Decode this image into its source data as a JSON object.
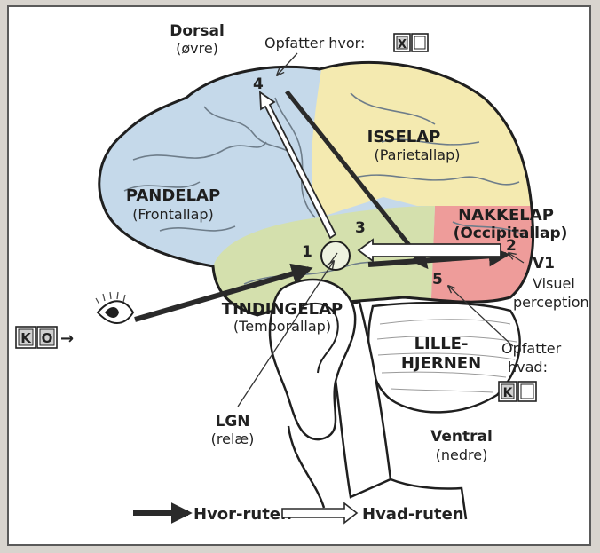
{
  "labels": {
    "dorsal": "Dorsal",
    "dorsal_sub": "(øvre)",
    "where_prompt": "Opfatter hvor:",
    "where_box1": "X",
    "parietal": "ISSELAP",
    "parietal_sub": "(Parietallap)",
    "frontal": "PANDELAP",
    "frontal_sub": "(Frontallap)",
    "occipital": "NAKKELAP",
    "occipital_sub": "(Occipitallap)",
    "temporal": "TINDINGELAP",
    "temporal_sub": "(Temporallap)",
    "cerebellum_1": "LILLE-",
    "cerebellum_2": "HJERNEN",
    "v1": "V1",
    "v1_sub_1": "Visuel",
    "v1_sub_2": "perception",
    "what_prompt_1": "Opfatter",
    "what_prompt_2": "hvad:",
    "what_box1": "K",
    "lgn": "LGN",
    "lgn_sub": "(relæ)",
    "ventral": "Ventral",
    "ventral_sub": "(nedre)",
    "eye_box1": "K",
    "eye_box2": "O",
    "eye_arrow": "→",
    "n1": "1",
    "n2": "2",
    "n3": "3",
    "n4": "4",
    "n5": "5"
  },
  "legend": {
    "where_route": "Hvor-ruten",
    "what_route": "Hvad-ruten"
  },
  "colors": {
    "frontal": "#c5d9ea",
    "parietal": "#f4eab0",
    "occipital": "#ee9c9a",
    "temporal": "#d4e0ad",
    "outline": "#1f1f1f",
    "arrow_dark": "#2a2a2a"
  }
}
